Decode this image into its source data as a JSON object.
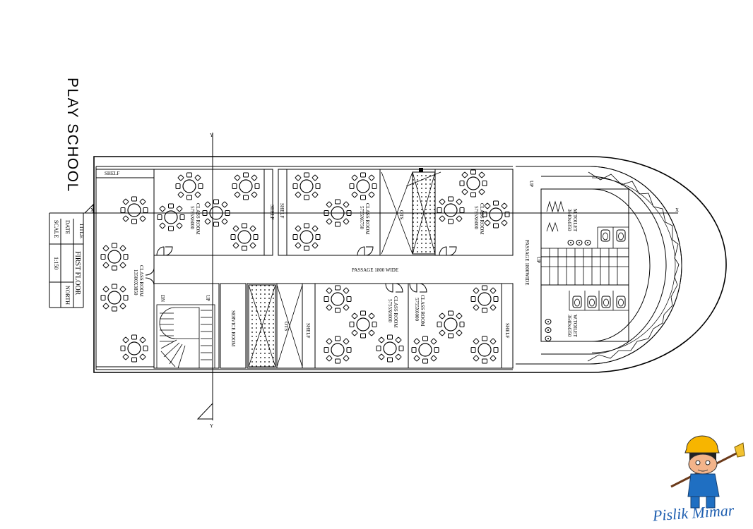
{
  "sheet": {
    "project_title": "PLAY SCHOOL",
    "title_block": {
      "title_label": "TITLE",
      "date_label": "DATE",
      "scale_label": "SCALE",
      "title_value": "FIRST FLOOR",
      "scale_value": "1:150",
      "north_value": "NORTH"
    }
  },
  "plan": {
    "rooms": {
      "shelf_top": "SHELF",
      "class_left": {
        "name": "CLASS ROOM",
        "size": "13500X3850"
      },
      "class_1": {
        "name": "CLASS ROOM",
        "size": "5755X6000"
      },
      "shelf_1": "SHELF",
      "shelf_2": "SHELF",
      "class_2": {
        "name": "CLASS ROOM",
        "size": "5755X6750"
      },
      "ots_top": "OTS",
      "class_3": {
        "name": "CLASS ROOM",
        "size": "5755X6000"
      },
      "service_room": "SERVICE ROOM",
      "ots_bottom": "OTS",
      "shelf_3": "SHELF",
      "class_4": {
        "name": "CLASS ROOM",
        "size": "5755X6000"
      },
      "class_5": {
        "name": "CLASS ROOM",
        "size": "5755X6000"
      },
      "shelf_4": "SHELF",
      "m_toilet": {
        "name": "M.TOILET",
        "size": "3640x4350"
      },
      "w_toilet": {
        "name": "W.TOILET",
        "size": "3640x4350"
      }
    },
    "passage_main": "PASSAGE 1800 WIDE",
    "passage_vertical": "PASSAGE 1800WIDE",
    "stair_labels": {
      "up_left": "UP",
      "dn_left": "DN",
      "up_right_top": "UP",
      "up_right_mid": "UP"
    },
    "section_marks": {
      "x": "X",
      "x2": "X",
      "y_top": "Y",
      "y_bottom": "Y"
    }
  },
  "brand": {
    "name": "Pislik Mimar"
  }
}
